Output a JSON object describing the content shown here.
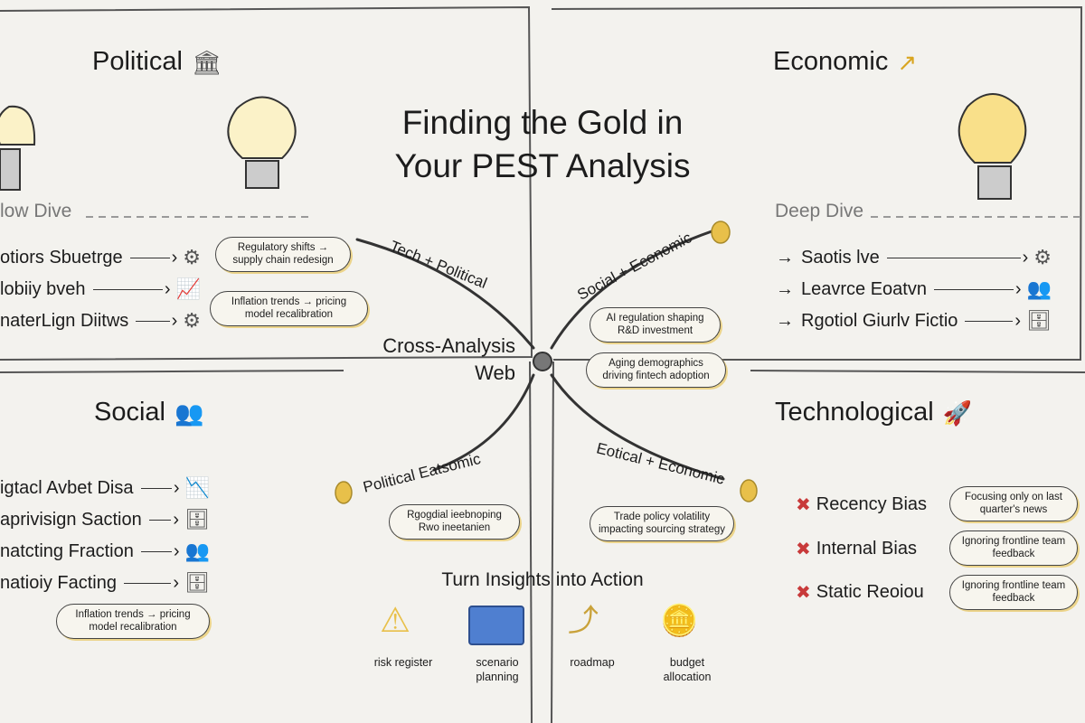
{
  "title": {
    "line1": "Finding the Gold in",
    "line2": "Your PEST Analysis"
  },
  "political": {
    "heading": "Political",
    "icon": "bank-icon",
    "subheading": "low Dive",
    "rows": [
      {
        "label": "otiors Sbuetrge",
        "icon": "gear-icon"
      },
      {
        "label": "lobiiy bveh",
        "icon": "chart-up-icon"
      },
      {
        "label": "naterLign Diitws",
        "icon": "gear-icon"
      }
    ],
    "bubbles": [
      "Regulatory shifts → supply chain redesign",
      "Inflation trends → pricing model recalibration"
    ]
  },
  "economic": {
    "heading": "Economic",
    "icon": "trend-up-icon",
    "subheading": "Deep Dive",
    "rows": [
      {
        "label": "Saotis lve",
        "icon": "gear-icon"
      },
      {
        "label": "Leavrce Eoatvn",
        "icon": "people-icon"
      },
      {
        "label": "Rgotiol Giurlv Fictio",
        "icon": "server-icon"
      }
    ]
  },
  "social": {
    "heading": "Social",
    "icon": "people-icon",
    "rows": [
      {
        "label": "igtacl Avbet Disa",
        "icon": "chart-down-icon"
      },
      {
        "label": "aprivisign Saction",
        "icon": "server-icon"
      },
      {
        "label": "natcting Fraction",
        "icon": "people-icon"
      },
      {
        "label": "natioiy Facting",
        "icon": "server-icon"
      }
    ],
    "bubble": "Inflation trends → pricing model recalibration"
  },
  "technological": {
    "heading": "Technological",
    "icon": "rocket-icon",
    "biases": [
      {
        "label": "Recency Bias",
        "note": "Focusing only on last quarter's news"
      },
      {
        "label": "Internal Bias",
        "note": "Ignoring frontline team feedback"
      },
      {
        "label": "Static Reoiou",
        "note": "Ignoring frontline team feedback"
      }
    ]
  },
  "web": {
    "center": {
      "line1": "Cross-Analysis",
      "line2": "Web"
    },
    "links": [
      "Tech + Political",
      "Social + Economic",
      "Political Eatsomic",
      "Eotical + Economic"
    ],
    "notes": [
      "AI regulation shaping R&D investment",
      "Aging demographics driving fintech adoption",
      "Rgogdial ieebnoping Rwo ineetanien",
      "Trade policy volatility impacting sourcing strategy"
    ]
  },
  "actions": {
    "heading": "Turn Insights into Action",
    "items": [
      {
        "label": "risk register",
        "icon": "warning-icon"
      },
      {
        "label": "scenario planning",
        "icon": "blueprint-icon"
      },
      {
        "label": "roadmap",
        "icon": "stairs-arrow-icon"
      },
      {
        "label": "budget allocation",
        "icon": "coins-calculator-icon"
      }
    ]
  },
  "colors": {
    "gold": "#e8c04a",
    "blue": "#4f7fd0",
    "red": "#c83a3a"
  }
}
